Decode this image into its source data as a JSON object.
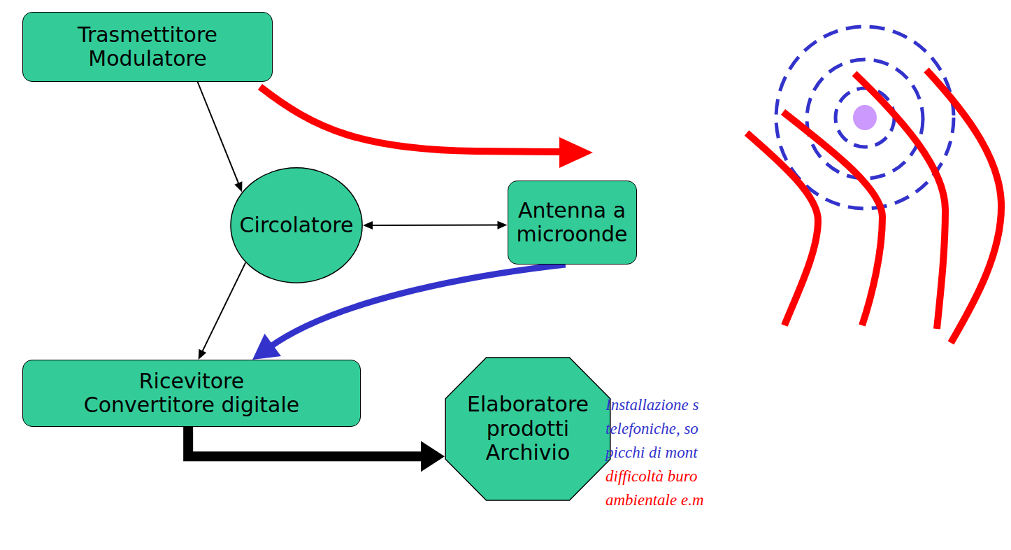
{
  "diagram": {
    "nodes": [
      {
        "text": [
          "Trasmettitore Modulatore"
        ]
      },
      {
        "text": [
          "Circolatore"
        ]
      },
      {
        "text": [
          "Antenna a microonde"
        ]
      },
      {
        "text": [
          "Ricevitore Convertitore digitale"
        ]
      },
      {
        "text": [
          "Elaboratore prodotti Archivio"
        ]
      }
    ],
    "edges": [
      {
        "from": 0,
        "to": 1,
        "arrow": "to"
      },
      {
        "from": 1,
        "to": 2,
        "arrow": "both"
      },
      {
        "from": 1,
        "to": 3,
        "arrow": "to"
      },
      {
        "from": 3,
        "to": 4,
        "arrow": "to"
      },
      {
        "from": 2,
        "to": 3,
        "arrow": "to"
      }
    ],
    "labels": [
      "Installazione s",
      "telefoniche, so",
      "picchi di mont",
      "difficoltà buro",
      "ambientale e.m"
    ]
  }
}
